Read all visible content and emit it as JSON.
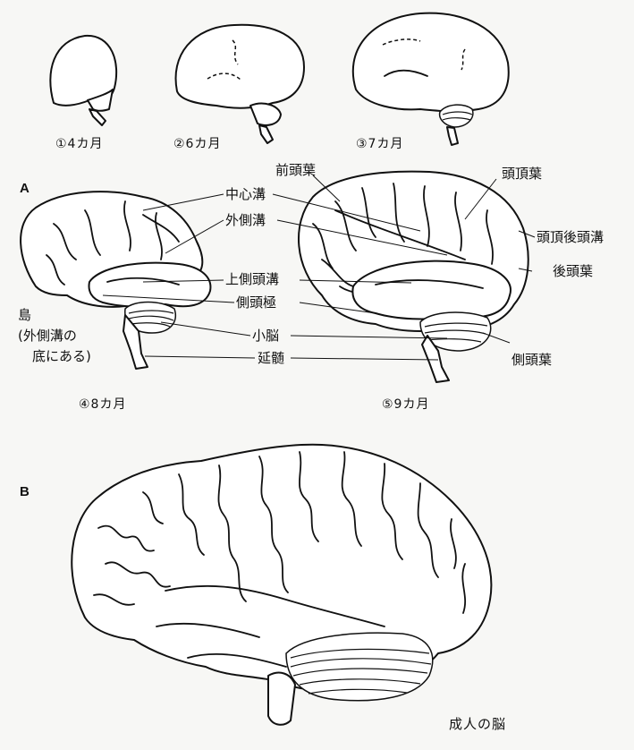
{
  "stages": {
    "s1": "①4カ月",
    "s2": "②6カ月",
    "s3": "③7カ月",
    "s4": "④8カ月",
    "s5": "⑤9カ月"
  },
  "sections": {
    "a": "A",
    "b": "B"
  },
  "labels": {
    "zentoyo": "前頭葉",
    "tochoyo": "頭頂葉",
    "chushinko": "中心溝",
    "gaisokuko": "外側溝",
    "tocho_kotoko": "頭頂後頭溝",
    "kotoyo": "後頭葉",
    "jo_sokutoko": "上側頭溝",
    "sokutokyoku": "側頭極",
    "shono": "小脳",
    "enzui": "延髄",
    "sokutoyo": "側頭葉",
    "to_line1": "島",
    "to_line2": "(外側溝の",
    "to_line3": "底にある)"
  },
  "adult_caption": "成人の脳"
}
